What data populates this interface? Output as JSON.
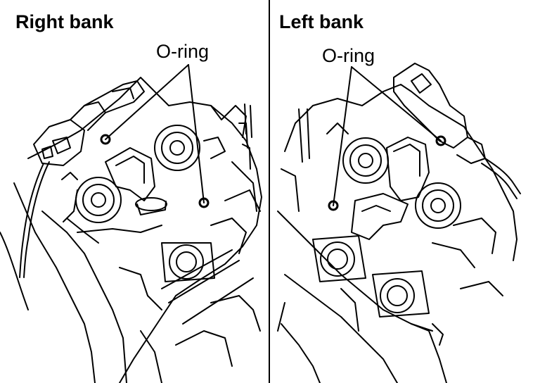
{
  "right_bank": {
    "title": "Right bank",
    "callout": "O-ring"
  },
  "left_bank": {
    "title": "Left bank",
    "callout": "O-ring"
  }
}
